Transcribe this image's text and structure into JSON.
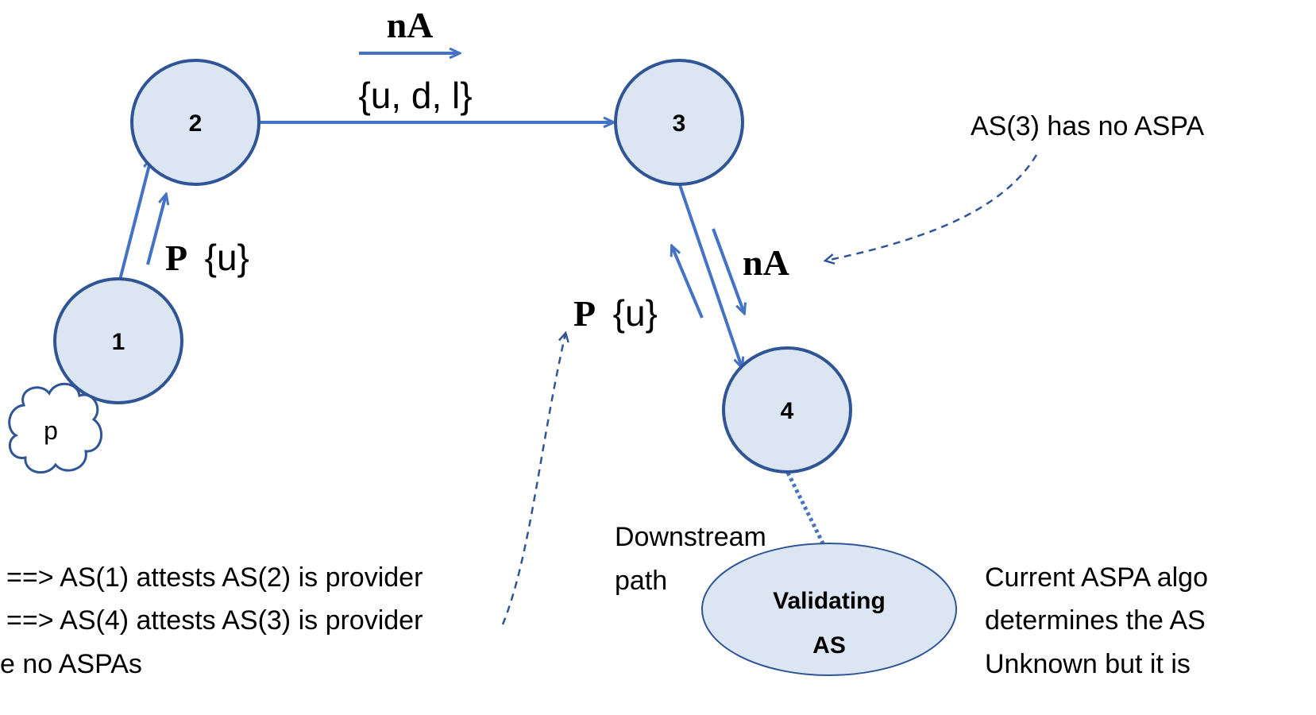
{
  "nodes": [
    {
      "id": "as1",
      "label": "1"
    },
    {
      "id": "as2",
      "label": "2"
    },
    {
      "id": "as3",
      "label": "3"
    },
    {
      "id": "as4",
      "label": "4"
    }
  ],
  "validating_as": {
    "line1": "Validating",
    "line2": "AS"
  },
  "prefix_cloud": "p",
  "labels": {
    "na_top": "nA",
    "attributes_top": "{u, d, l}",
    "p_left_bold": "P",
    "p_left_attr": "{u}",
    "na_right": "nA",
    "p_mid_bold": "P",
    "p_mid_attr": "{u}",
    "as3_no_aspa": "AS(3) has no ASPA",
    "downstream_line1": "Downstream",
    "downstream_line2": "path"
  },
  "notes": {
    "line1": "==> AS(1) attests AS(2) is provider",
    "line2": "==> AS(4) attests AS(3) is provider",
    "line3": "e no ASPAs"
  },
  "conclusion": {
    "line1": "Current ASPA algo",
    "line2": "determines the AS",
    "line3": "Unknown but it is"
  },
  "colors": {
    "node_fill": "#dce6f2",
    "node_stroke": "#2f5597",
    "arrow": "#4472c4",
    "text": "#000000"
  }
}
